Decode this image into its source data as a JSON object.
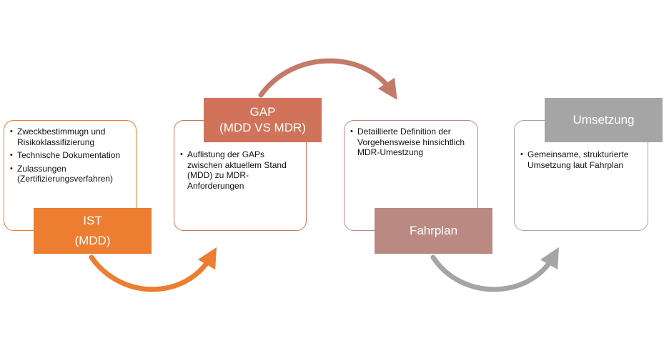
{
  "stages": [
    {
      "id": "ist",
      "label_lines": [
        "IST",
        "(MDD)"
      ],
      "color": "#ED7D31",
      "border_color": "#ED7D31",
      "bullets": [
        "Zweckbestimmugn und Risikoklassifizierung",
        "Technische Dokumentation",
        "Zulassungen (Zertifizierungsverfahren)"
      ]
    },
    {
      "id": "gap",
      "label_lines": [
        "GAP",
        "(MDD VS MDR)"
      ],
      "color": "#D0735A",
      "border_color": "#D0735A",
      "bullets": [
        "Auflistung der GAPs zwischen aktuellem Stand (MDD) zu MDR-Anforderungen"
      ]
    },
    {
      "id": "fahrplan",
      "label_lines": [
        "Fahrplan"
      ],
      "color": "#BA8A82",
      "border_color": "#BA8A82",
      "bullets": [
        "Detaillierte Definition der Vorgehensweise hinsichtlich MDR-Umestzung"
      ]
    },
    {
      "id": "umsetzung",
      "label_lines": [
        "Umsetzung"
      ],
      "color": "#A5A5A5",
      "border_color": "#A5A5A5",
      "bullets": [
        "Gemeinsame, strukturierte Umsetzung laut Fahrplan"
      ]
    }
  ],
  "arrow_colors": [
    "#ED7D31",
    "#C47A69",
    "#A5A5A5"
  ]
}
